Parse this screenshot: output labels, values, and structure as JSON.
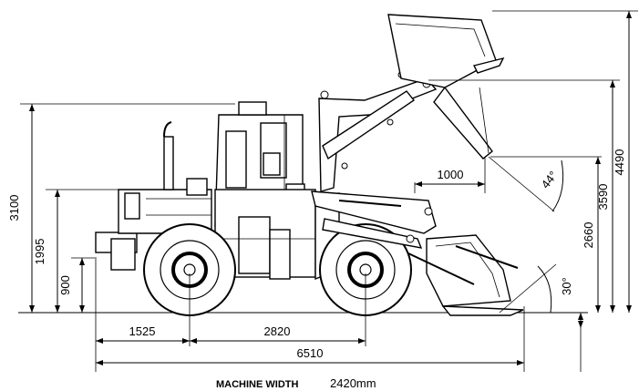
{
  "dimensions": {
    "cab_height": "3100",
    "hood_height": "1995",
    "hinge_low": "900",
    "front_overhang": "1525",
    "wheelbase": "2820",
    "overall_length": "6510",
    "reach": "1000",
    "dump_clearance": "2660",
    "hinge_pin_height": "3590",
    "max_height": "4490",
    "dump_angle": "44°",
    "rollback_angle": "30°"
  },
  "caption": {
    "label": "MACHINE WIDTH",
    "value": "2420mm"
  },
  "colors": {
    "line": "#000000",
    "background": "#ffffff"
  }
}
